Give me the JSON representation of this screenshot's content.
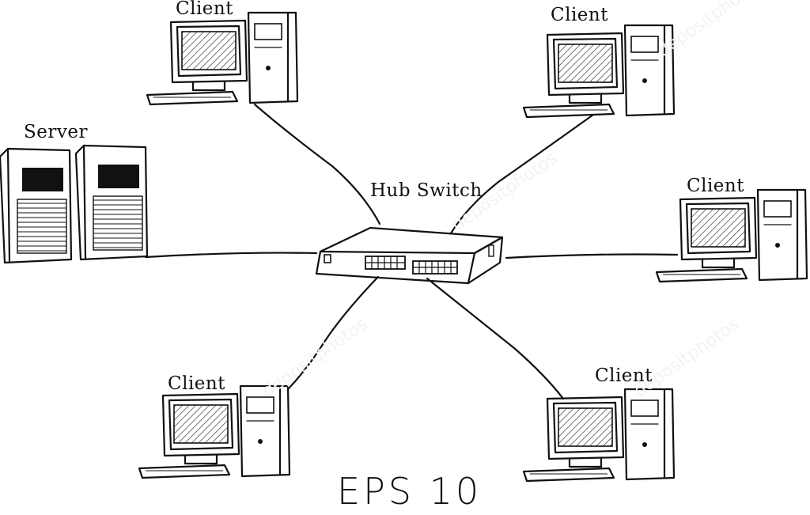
{
  "labels": {
    "hub": "Hub Switch",
    "server": "Server",
    "client": "Client",
    "eps": "EPS 10"
  },
  "watermark": "depositphotos",
  "colors": {
    "ink": "#111111",
    "background": "#ffffff"
  }
}
